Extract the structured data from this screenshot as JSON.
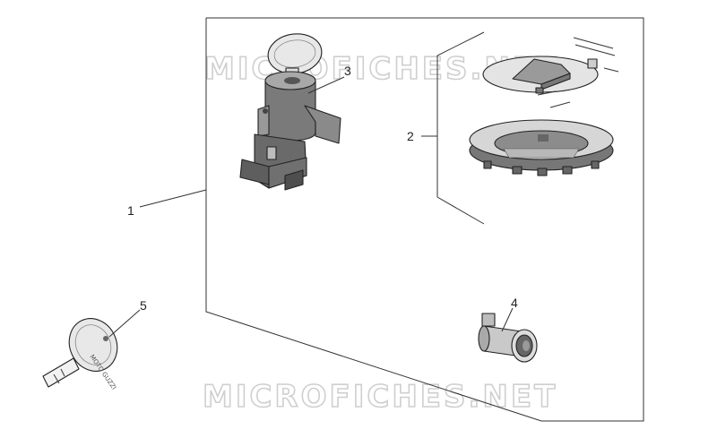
{
  "watermarks": [
    "MICROFICHES.NET",
    "MICROFICHES.NET"
  ],
  "callouts": [
    "1",
    "2",
    "3",
    "4",
    "5"
  ],
  "key_logo_text": "MOTO GUZZI",
  "colors": {
    "part_dark": "#6f6f6f",
    "part_mid": "#9a9a9a",
    "part_light": "#d2d2d2",
    "key_head": "#e8e8e8",
    "line": "#333333",
    "watermark_outline": "#cfcfcf"
  }
}
